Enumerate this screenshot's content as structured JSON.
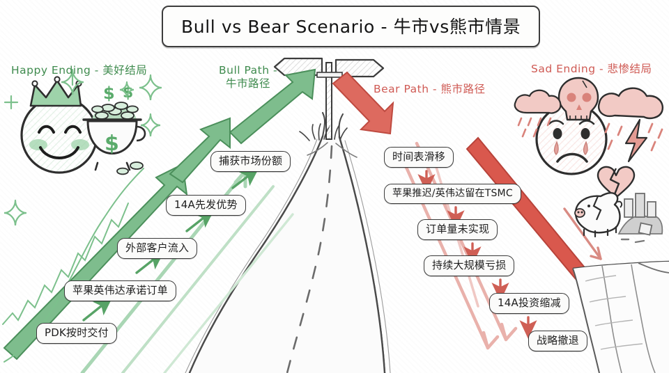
{
  "title": {
    "text": "Bull vs Bear Scenario - 牛市vs熊市情景"
  },
  "labels": {
    "happy_ending": "Happy Ending - 美好结局",
    "bull_path_line1": "Bull Path -",
    "bull_path_line2": "牛市路径",
    "bear_path": "Bear Path - 熊市路径",
    "sad_ending": "Sad Ending - 悲惨结局"
  },
  "bull_path": {
    "color": "#4f9e5f",
    "steps": [
      {
        "label": "PDK按时交付"
      },
      {
        "label": "苹果英伟达承诺订单"
      },
      {
        "label": "外部客户流入"
      },
      {
        "label": "14A先发优势"
      },
      {
        "label": "捕获市场份额"
      }
    ]
  },
  "bear_path": {
    "color": "#d4594f",
    "steps": [
      {
        "label": "时间表滑移"
      },
      {
        "label": "苹果推迟/英伟达留在TSMC"
      },
      {
        "label": "订单量未实现"
      },
      {
        "label": "持续大规模亏损"
      },
      {
        "label": "14A投资缩减"
      },
      {
        "label": "战略撤退"
      }
    ]
  },
  "icons": {
    "happy": [
      "crown-icon",
      "smiling-face-icon",
      "pot-of-gold-icon",
      "dollar-sign-icon",
      "sparkle-icon"
    ],
    "sad": [
      "skull-icon",
      "rain-cloud-icon",
      "lightning-icon",
      "crying-face-icon",
      "broken-heart-icon",
      "cracked-piggy-bank-icon",
      "rubble-icon",
      "cliff-icon"
    ],
    "center": [
      "signpost-icon",
      "road-icon",
      "grass-icon"
    ]
  },
  "colors": {
    "bull_green": "#4f9e5f",
    "bull_green_light": "#8dc79a",
    "bear_red": "#d4594f",
    "bear_red_light": "#e4a39d",
    "ink": "#2c2c2c",
    "paper": "#ffffff"
  }
}
